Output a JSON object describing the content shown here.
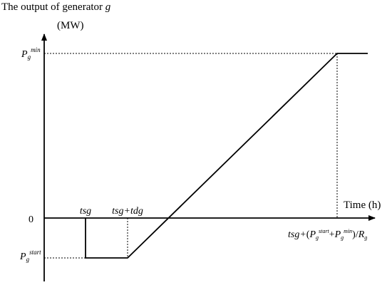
{
  "title": {
    "line1_prefix": "The output of generator ",
    "line1_var": "g",
    "line2_unit": "(MW)"
  },
  "x_axis": {
    "label": "Time (h)"
  },
  "y_labels": {
    "zero": "0",
    "pmin_base": "P",
    "pmin_sub": "g",
    "pmin_sup": "min",
    "pstart_base": "P",
    "pstart_sub": "g",
    "pstart_sup": "start"
  },
  "x_ticks": {
    "tsg": "tsg",
    "tsg_tdg": "tsg+tdg",
    "end_prefix": "tsg+",
    "end_open": "(",
    "end_p1": "P",
    "end_p1_sub": "g",
    "end_p1_sup": "start",
    "end_plus": "+",
    "end_p2": "P",
    "end_p2_sub": "g",
    "end_p2_sup": "min",
    "end_close": ")/",
    "end_r": "R",
    "end_r_sub": "g"
  },
  "colors": {
    "line": "#000000",
    "background": "#ffffff"
  }
}
